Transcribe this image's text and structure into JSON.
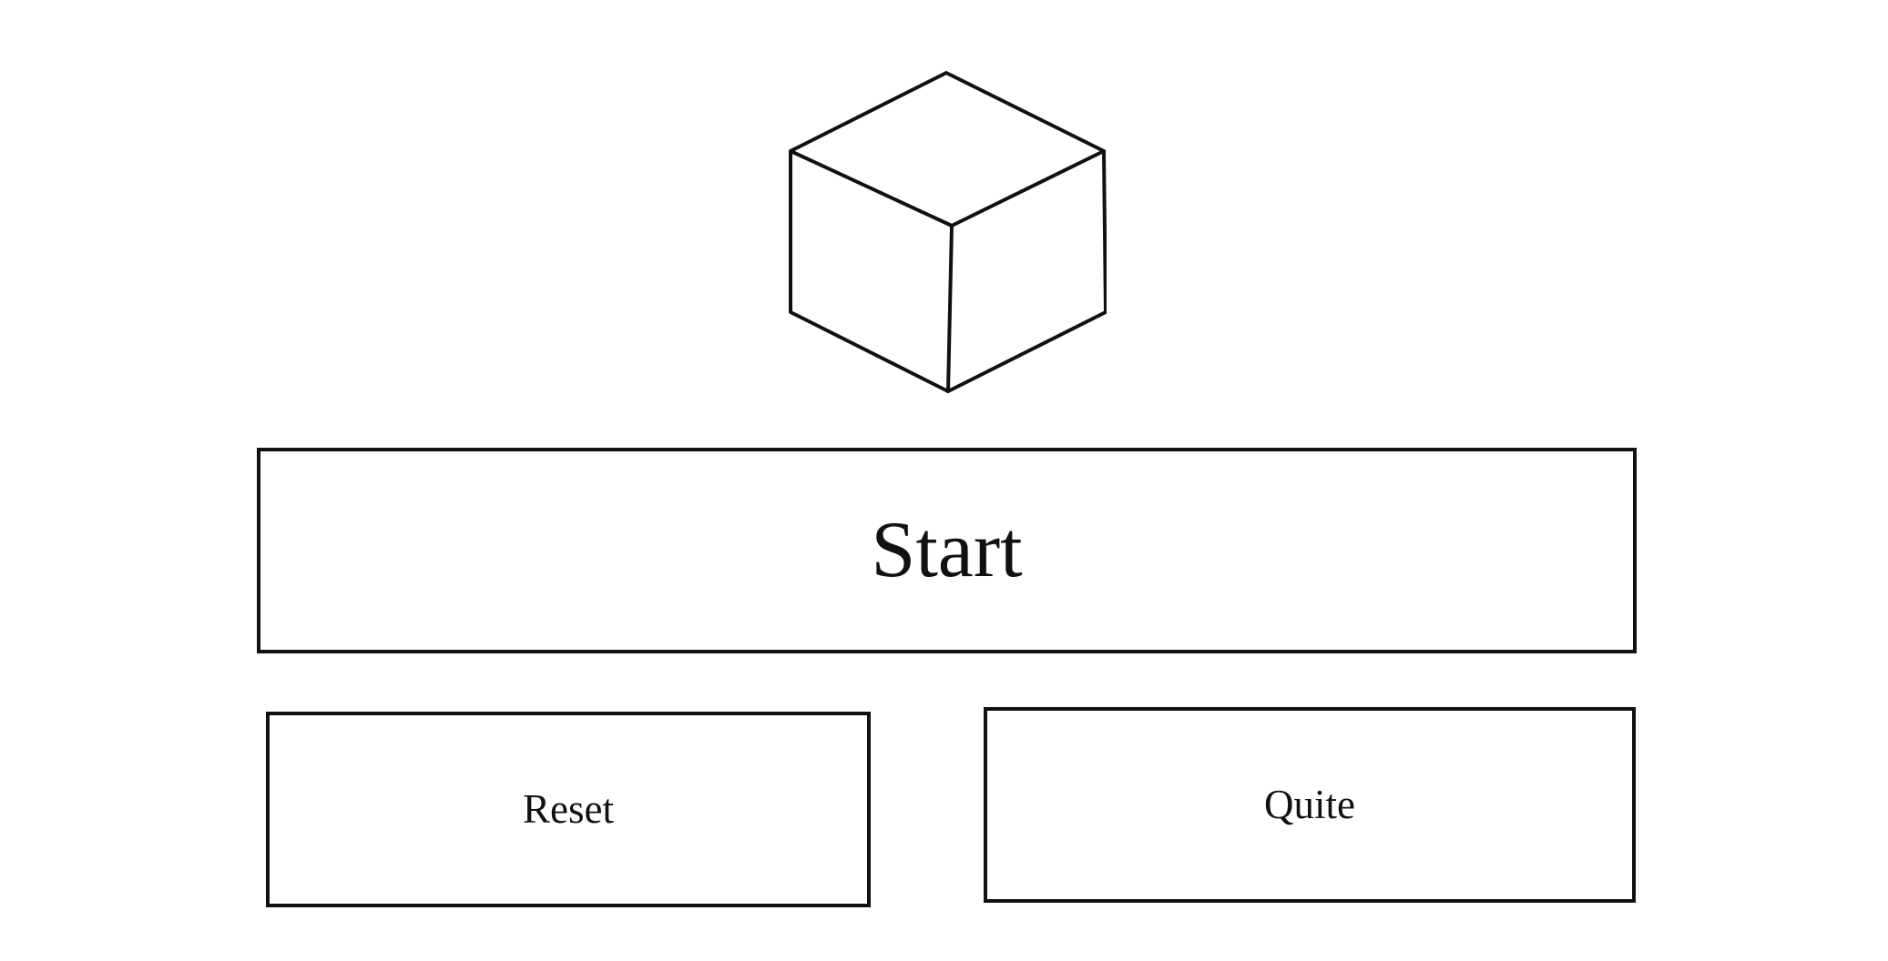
{
  "logo": {
    "icon": "cube-icon",
    "stroke_color": "#111111"
  },
  "menu": {
    "start_label": "Start",
    "reset_label": "Reset",
    "quit_label": "Quite"
  },
  "colors": {
    "background": "#ffffff",
    "border": "#111111",
    "text": "#111111"
  }
}
